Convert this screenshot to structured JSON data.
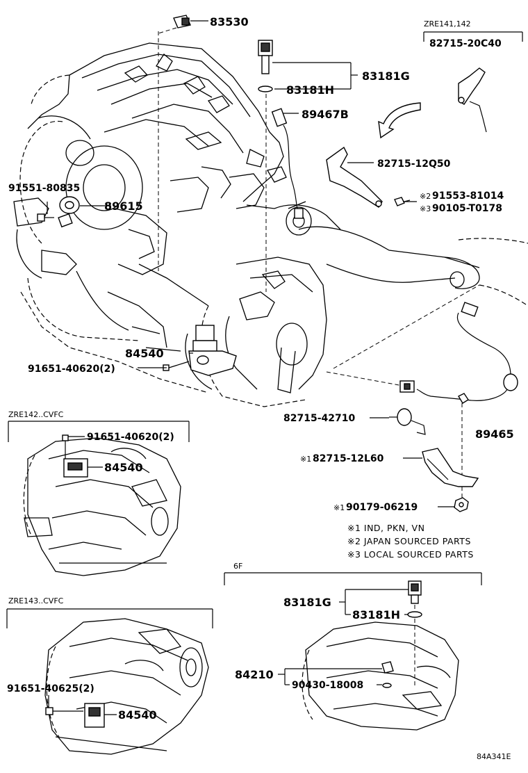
{
  "diagram_code": "84A341E",
  "callouts": {
    "c83530": "83530",
    "c83181G_top": "83181G",
    "c83181H_top": "83181H",
    "c89467B": "89467B",
    "c82715_12Q50": "82715-12Q50",
    "c91553_81014": "91553-81014",
    "c90105_T0178": "90105-T0178",
    "c91551_80835": "91551-80835",
    "c89615": "89615",
    "c84540_main": "84540",
    "c91651_40620_main": "91651-40620(2)",
    "c82715_42710": "82715-42710",
    "c89465": "89465",
    "c82715_12L60": "82715-12L60",
    "c90179_06219": "90179-06219",
    "c82715_20C40": "82715-20C40",
    "c91651_40620_b": "91651-40620(2)",
    "c84540_b": "84540",
    "c91651_40625": "91651-40625(2)",
    "c84540_c": "84540",
    "c83181G_6f": "83181G",
    "c83181H_6f": "83181H",
    "c84210": "84210",
    "c90430_18008": "90430-18008"
  },
  "marks": {
    "m1": "※1",
    "m2": "※2",
    "m3": "※3"
  },
  "section_labels": {
    "zre141": "ZRE141,142",
    "zre142": "ZRE142..CVFC",
    "zre143": "ZRE143..CVFC",
    "sixf": "6F"
  },
  "notes": [
    "※1 IND, PKN, VN",
    "※2 JAPAN SOURCED PARTS",
    "※3 LOCAL SOURCED PARTS"
  ]
}
